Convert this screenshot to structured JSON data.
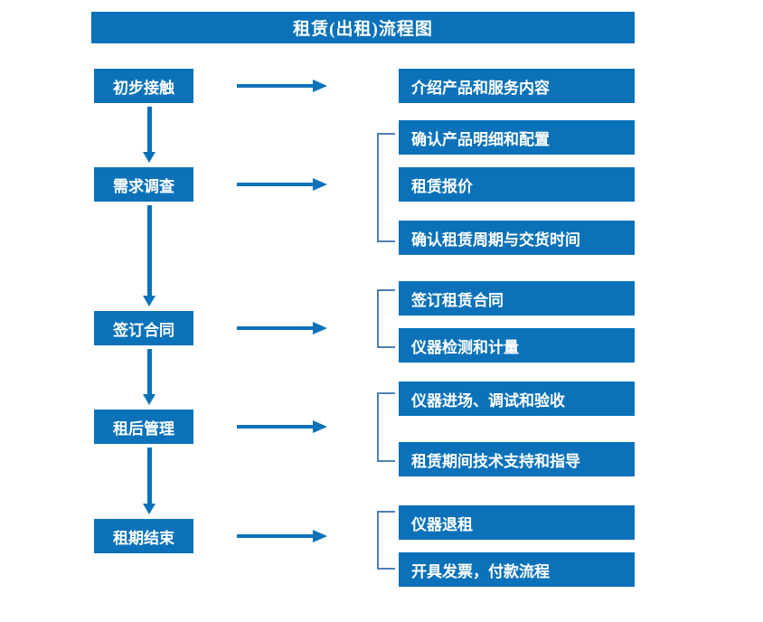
{
  "title": "租赁(出租)流程图",
  "colors": {
    "box_blue": "#0B72BA",
    "bracket_blue": "#4F7FB5",
    "text_white": "#FFFFFF",
    "background": "#FFFFFF"
  },
  "stages": [
    {
      "label": "初步接触"
    },
    {
      "label": "需求调查"
    },
    {
      "label": "签订合同"
    },
    {
      "label": "租后管理"
    },
    {
      "label": "租期结束"
    }
  ],
  "details": [
    {
      "label": "介绍产品和服务内容"
    },
    {
      "label": "确认产品明细和配置"
    },
    {
      "label": "租赁报价"
    },
    {
      "label": "确认租赁周期与交货时间"
    },
    {
      "label": "签订租赁合同"
    },
    {
      "label": "仪器检测和计量"
    },
    {
      "label": "仪器进场、调试和验收"
    },
    {
      "label": "租赁期间技术支持和指导"
    },
    {
      "label": "仪器退租"
    },
    {
      "label": "开具发票，付款流程"
    }
  ],
  "groups": [
    {
      "name": "需求调查明细组"
    },
    {
      "name": "签订合同明细组"
    },
    {
      "name": "租后管理明细组"
    },
    {
      "name": "租期结束明细组"
    }
  ],
  "arrows": {
    "horizontal_count": 5,
    "vertical_count": 4
  }
}
